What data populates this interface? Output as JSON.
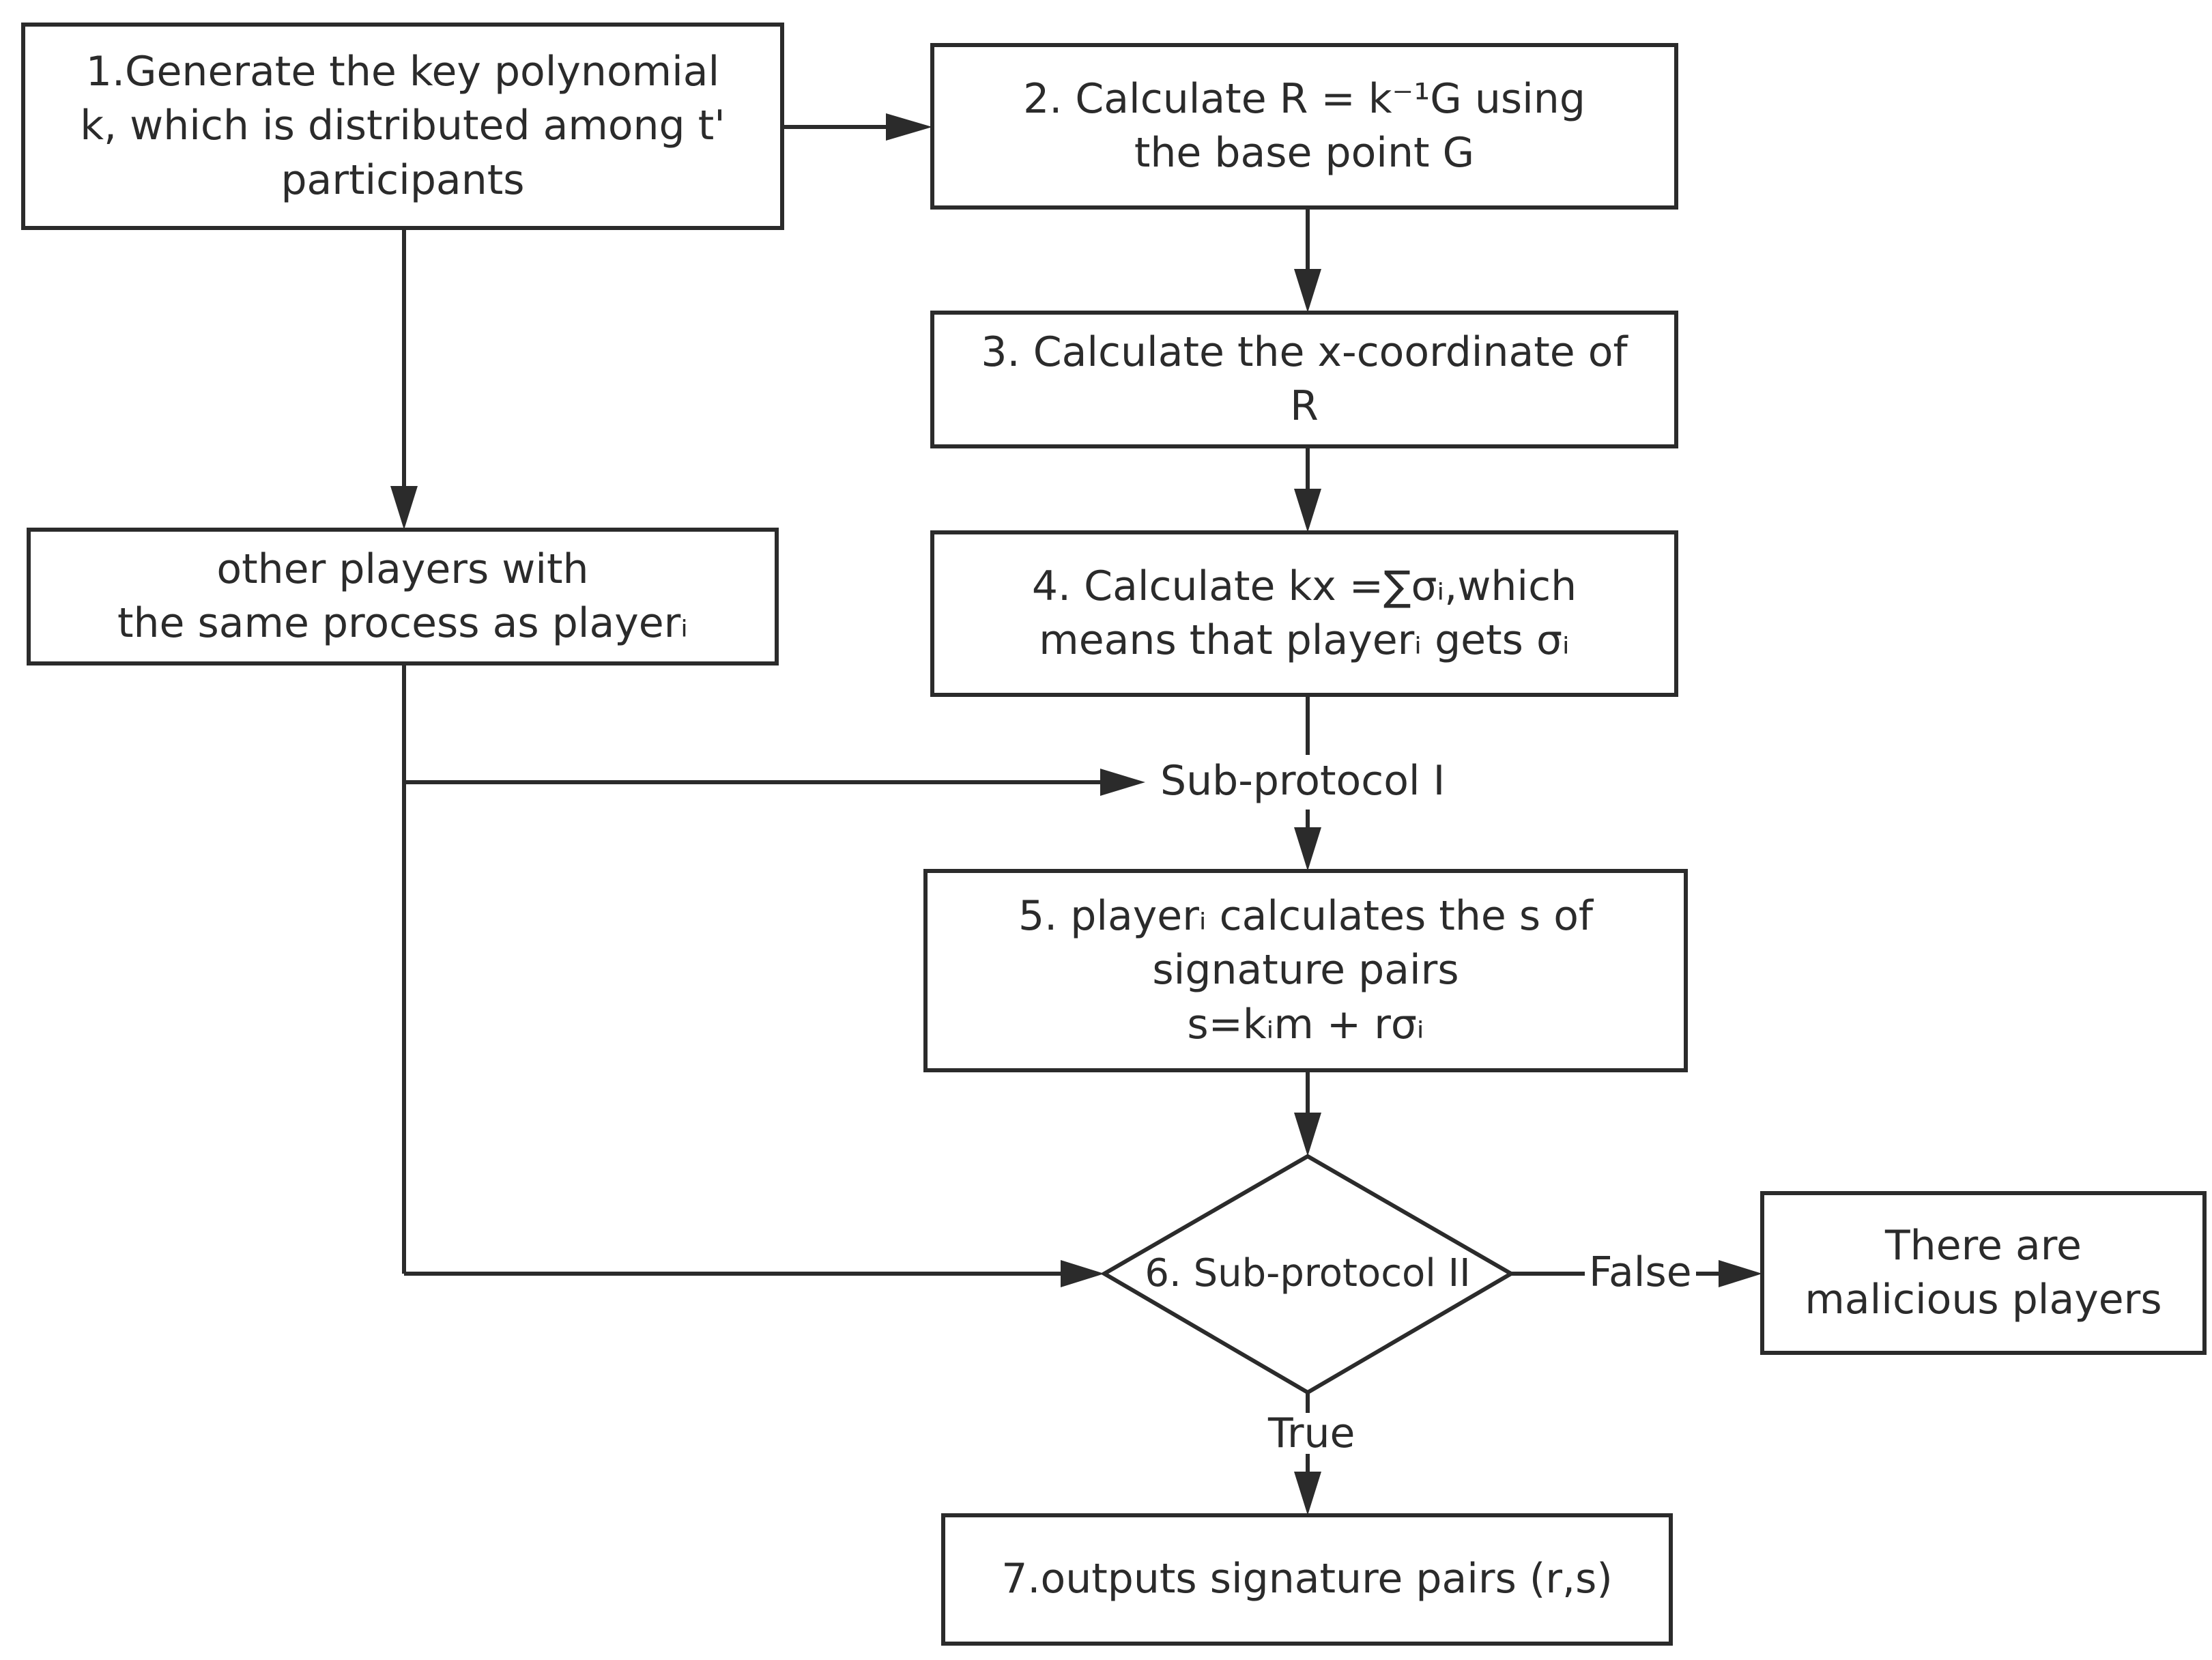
{
  "diagram": {
    "nodes": {
      "step1": {
        "lines": [
          "1.Generate the key polynomial",
          "k, which is distributed among t'",
          "participants"
        ]
      },
      "step2": {
        "lines": [
          "2. Calculate R = k⁻¹G using",
          "the base point G"
        ]
      },
      "step3": {
        "lines": [
          "3. Calculate the x-coordinate of",
          "R"
        ]
      },
      "step4": {
        "lines": [
          "4. Calculate kx =∑σᵢ,which",
          "means that playerᵢ gets σᵢ"
        ]
      },
      "other_players": {
        "lines": [
          "other players with",
          "the same process as playerᵢ"
        ]
      },
      "step5": {
        "lines": [
          "5. playerᵢ calculates the s of",
          "signature pairs",
          "s=kᵢm + rσᵢ"
        ]
      },
      "step6": {
        "label": "6. Sub-protocol II"
      },
      "malicious": {
        "lines": [
          "There are",
          "malicious players"
        ]
      },
      "step7": {
        "label": "7.outputs signature pairs (r,s)"
      }
    },
    "edge_labels": {
      "subprotocol1": "Sub-protocol I",
      "false_branch": "False",
      "true_branch": "True"
    }
  }
}
